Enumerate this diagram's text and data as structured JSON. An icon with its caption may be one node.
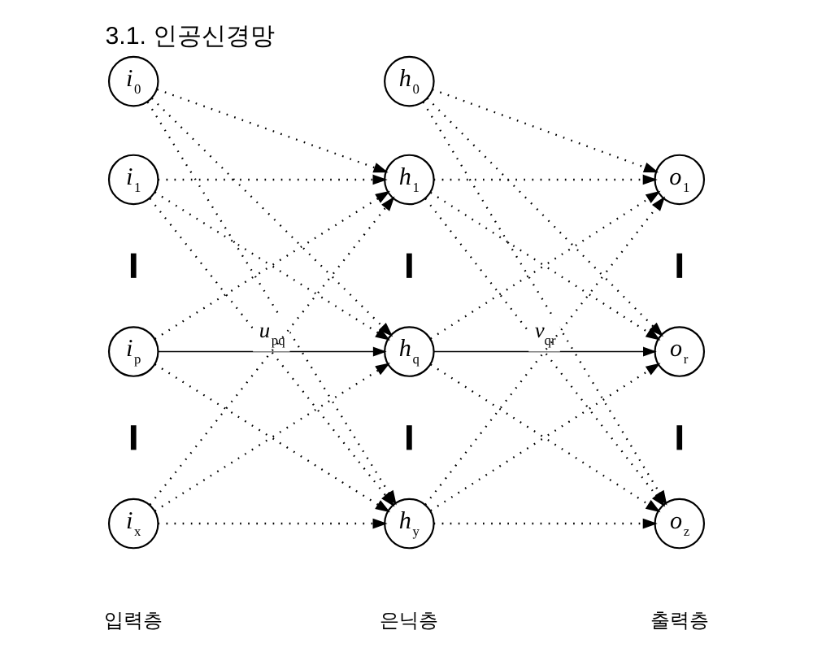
{
  "diagram": {
    "title": "3.1. 인공신경망",
    "nodes": [
      {
        "text": [
          "i$_{0}$"
        ]
      },
      {
        "text": [
          "i$_{1}$"
        ]
      },
      {
        "text": [
          "i$_{p}$"
        ]
      },
      {
        "text": [
          "i$_{x}$"
        ]
      },
      {
        "text": [
          "h$_{0}$"
        ]
      },
      {
        "text": [
          "h$_{1}$"
        ]
      },
      {
        "text": [
          "h$_{q}$"
        ]
      },
      {
        "text": [
          "h$_{y}$"
        ]
      },
      {
        "text": [
          "o$_{1}$"
        ]
      },
      {
        "text": [
          "o$_{r}$"
        ]
      },
      {
        "text": [
          "o$_{z}$"
        ]
      }
    ],
    "edges": [
      {
        "from": 0,
        "to": 5,
        "arrow": "to",
        "style": "dashed"
      },
      {
        "from": 0,
        "to": 6,
        "arrow": "to",
        "style": "dashed"
      },
      {
        "from": 0,
        "to": 7,
        "arrow": "to",
        "style": "dashed"
      },
      {
        "from": 1,
        "to": 5,
        "arrow": "to",
        "style": "dashed"
      },
      {
        "from": 1,
        "to": 6,
        "arrow": "to",
        "style": "dashed"
      },
      {
        "from": 1,
        "to": 7,
        "arrow": "to",
        "style": "dashed"
      },
      {
        "from": 2,
        "to": 5,
        "arrow": "to",
        "style": "dashed"
      },
      {
        "from": 2,
        "to": 6,
        "arrow": "to",
        "label": "u$_{pq}$"
      },
      {
        "from": 2,
        "to": 7,
        "arrow": "to",
        "style": "dashed"
      },
      {
        "from": 3,
        "to": 5,
        "arrow": "to",
        "style": "dashed"
      },
      {
        "from": 3,
        "to": 6,
        "arrow": "to",
        "style": "dashed"
      },
      {
        "from": 3,
        "to": 7,
        "arrow": "to",
        "style": "dashed"
      },
      {
        "from": 4,
        "to": 8,
        "arrow": "to",
        "style": "dashed"
      },
      {
        "from": 4,
        "to": 9,
        "arrow": "to",
        "style": "dashed"
      },
      {
        "from": 4,
        "to": 10,
        "arrow": "to",
        "style": "dashed"
      },
      {
        "from": 5,
        "to": 8,
        "arrow": "to",
        "style": "dashed"
      },
      {
        "from": 5,
        "to": 9,
        "arrow": "to",
        "style": "dashed"
      },
      {
        "from": 5,
        "to": 10,
        "arrow": "to",
        "style": "dashed"
      },
      {
        "from": 6,
        "to": 8,
        "arrow": "to",
        "style": "dashed"
      },
      {
        "from": 6,
        "to": 9,
        "arrow": "to",
        "label": "v$_{qr}$"
      },
      {
        "from": 6,
        "to": 10,
        "arrow": "to",
        "style": "dashed"
      },
      {
        "from": 7,
        "to": 8,
        "arrow": "to",
        "style": "dashed"
      },
      {
        "from": 7,
        "to": 9,
        "arrow": "to",
        "style": "dashed"
      },
      {
        "from": 7,
        "to": 10,
        "arrow": "to",
        "style": "dashed"
      }
    ],
    "labels": [
      "입력층",
      "은닉층",
      "출력층"
    ]
  }
}
